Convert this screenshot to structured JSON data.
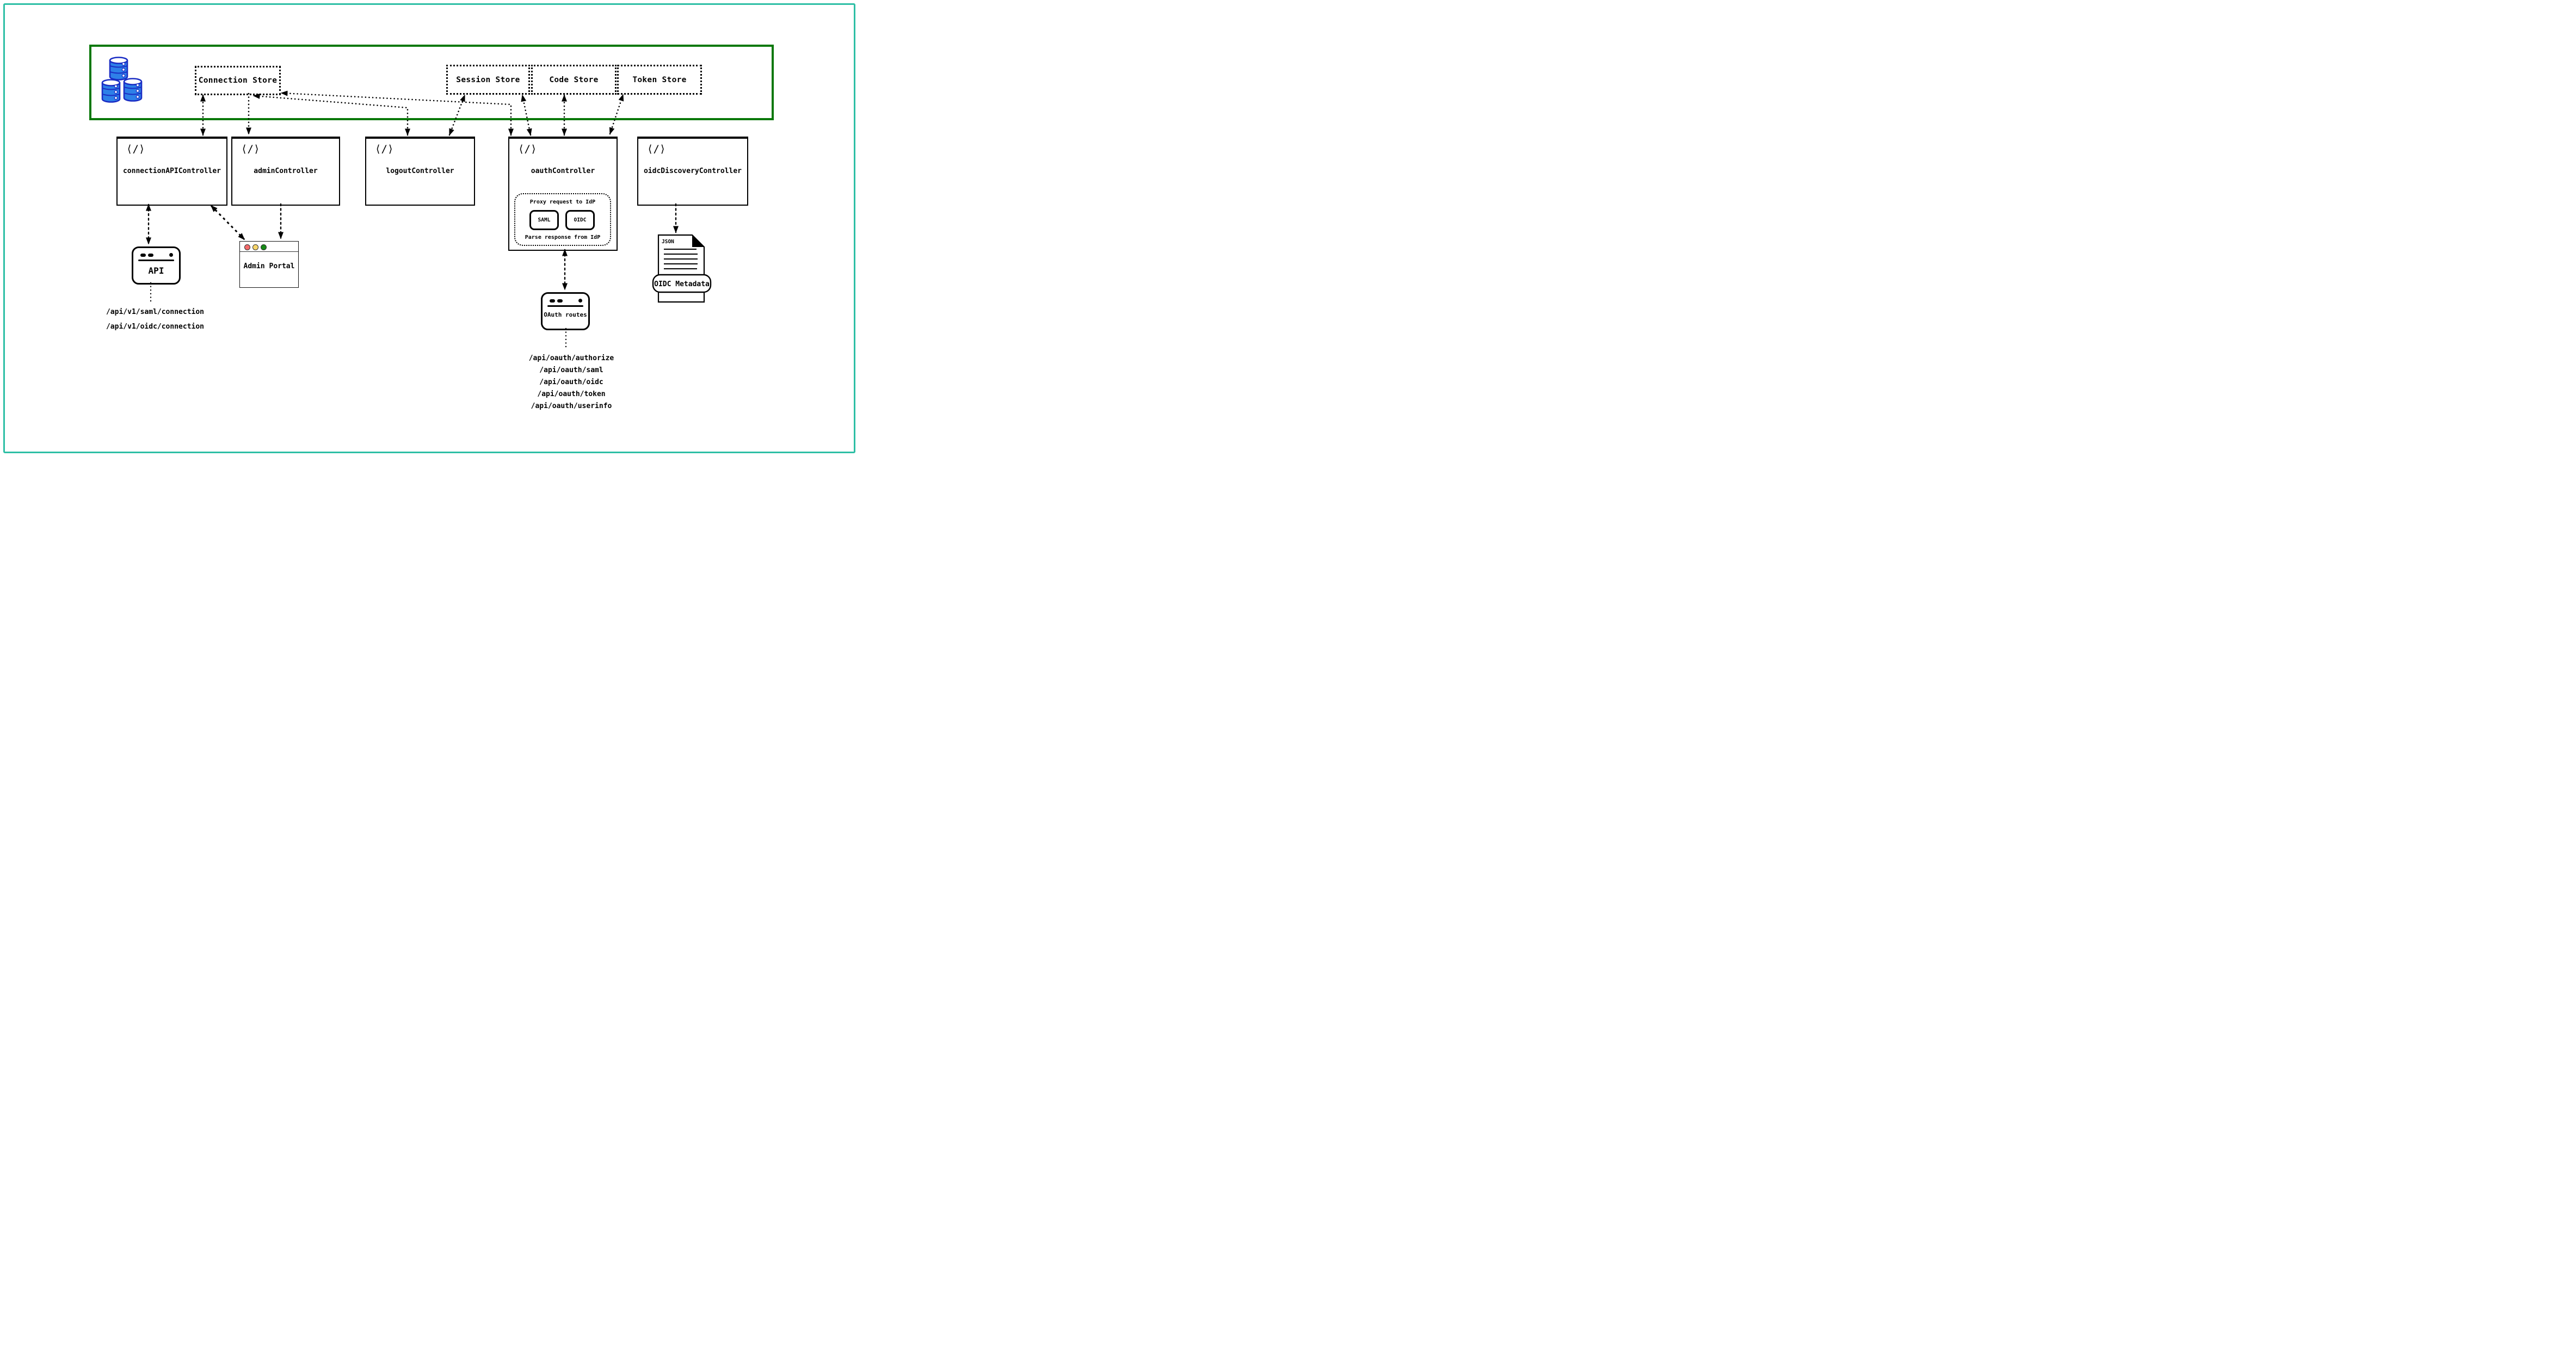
{
  "diagram": {
    "storage_zone": {
      "stores": [
        {
          "label": "Connection Store"
        },
        {
          "label": "Session Store"
        },
        {
          "label": "Code Store"
        },
        {
          "label": "Token Store"
        }
      ]
    },
    "controllers": [
      {
        "label": "connectionAPIController"
      },
      {
        "label": "adminController"
      },
      {
        "label": "logoutController"
      },
      {
        "label": "oauthController"
      },
      {
        "label": "oidcDiscoveryController"
      }
    ],
    "code_icon_glyph": "⟨/⟩",
    "oauth_internals": {
      "proxy_label": "Proxy request to IdP",
      "protocols": [
        {
          "label": "SAML"
        },
        {
          "label": "OIDC"
        }
      ],
      "parse_label": "Parse response from IdP"
    },
    "clients": {
      "api_window": {
        "label": "API"
      },
      "admin_portal": {
        "label": "Admin Portal"
      },
      "oauth_routes_window": {
        "label": "OAuth routes"
      },
      "json_doc": {
        "file_type": "JSON",
        "badge": "OIDC Metadata"
      }
    },
    "api_routes": [
      "/api/v1/saml/connection",
      "/api/v1/oidc/connection"
    ],
    "oauth_routes": [
      "/api/oauth/authorize",
      "/api/oauth/saml",
      "/api/oauth/oidc",
      "/api/oauth/token",
      "/api/oauth/userinfo"
    ],
    "colors": {
      "frame_teal": "#2EBFA5",
      "zone_green": "#087808",
      "database_blue": "#2E80E8",
      "database_outline": "#1B2EC4",
      "traffic_red": "#F46A6A",
      "traffic_yellow": "#F6D469",
      "traffic_green": "#168A16"
    }
  }
}
